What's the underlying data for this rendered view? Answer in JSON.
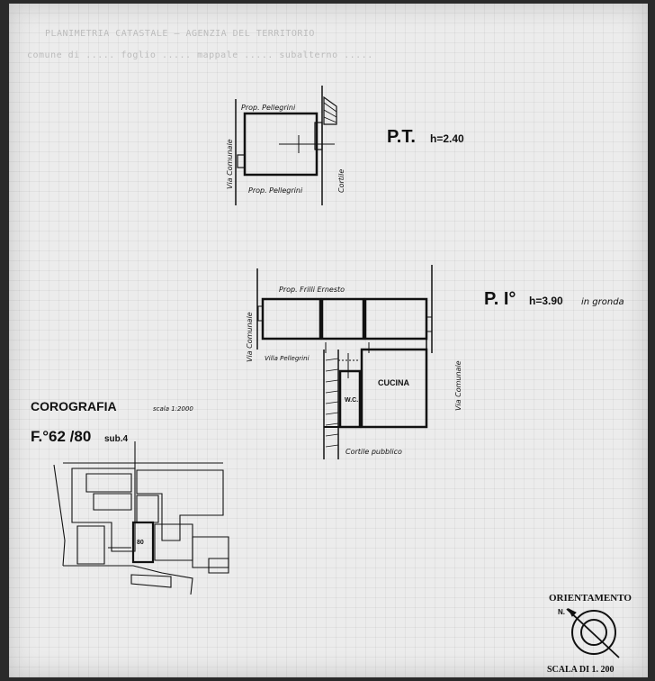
{
  "faded_header": {
    "line1": "PLANIMETRIA CATASTALE — AGENZIA DEL TERRITORIO",
    "line2": "comune di ..... foglio ..... mappale ..... subalterno ....."
  },
  "plan_pt": {
    "title": "P.T.",
    "height": "h=2.40",
    "label_top": "Prop. Pellegrini",
    "label_bottom": "Prop. Pellegrini",
    "label_left": "Via Comunale",
    "label_right": "Cortile"
  },
  "plan_p1": {
    "title": "P. I°",
    "height": "h=3.90",
    "height_note": "in gronda",
    "label_top": "Prop. Frilli Ernesto",
    "label_left": "Via Comunale",
    "label_left_bottom": "Villa Pellegrini",
    "label_right": "Via Comunale",
    "room_kitchen": "CUCINA",
    "room_wc": "W.C.",
    "label_bottom": "Cortile pubblico"
  },
  "corografia": {
    "title": "COROGRAFIA",
    "scale": "scala 1:2000",
    "sheet_ref": "F.°62 /80",
    "sheet_suffix": "sub.4",
    "parcel_label": "80"
  },
  "orientation": {
    "label": "ORIENTAMENTO",
    "north": "N."
  },
  "scale_note": "SCALA DI 1. 200",
  "colors": {
    "ink": "#111111",
    "paper": "#ececec",
    "background": "#2a2a2a"
  }
}
